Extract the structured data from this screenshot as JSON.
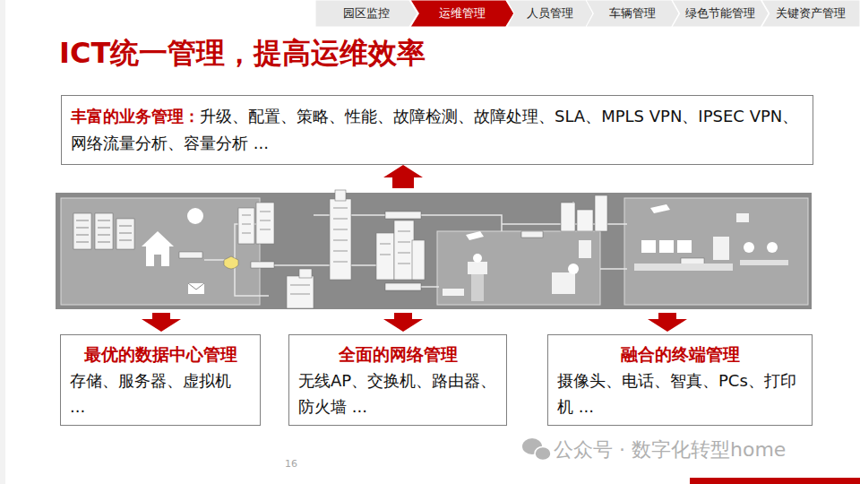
{
  "diagram": {
    "title": "ICT统一管理，提高运维效率",
    "nodes": [
      {
        "text": [
          "园区监控"
        ]
      },
      {
        "text": [
          "运维管理"
        ]
      },
      {
        "text": [
          "人员管理"
        ]
      },
      {
        "text": [
          "车辆管理"
        ]
      },
      {
        "text": [
          "绿色节能管理"
        ]
      },
      {
        "text": [
          "关键资产管理"
        ]
      },
      {
        "text": [
          "丰富的业务管理：",
          "升级、配置、策略、性能、故障检测、故障处理、SLA、MPLS VPN、IPSEC VPN、网络流量分析、容量分析 ..."
        ]
      },
      {
        "text": [
          "最优的数据中心管理",
          "存储、服务器、虚拟机 ..."
        ]
      },
      {
        "text": [
          "全面的网络管理",
          "无线AP、交换机、路由器、防火墙 ..."
        ]
      },
      {
        "text": [
          "融合的终端管理",
          "摄像头、电话、智真、PCs、打印机 ..."
        ]
      }
    ],
    "labels": [
      "16",
      "公众号 · 数字化转型home"
    ]
  }
}
